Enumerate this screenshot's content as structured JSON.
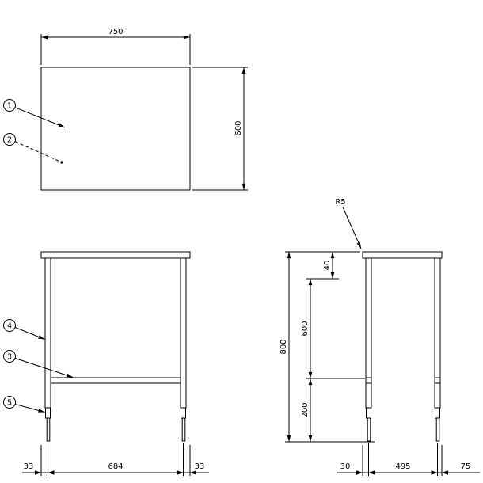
{
  "drawing": {
    "background": "#ffffff",
    "stroke": "#000000",
    "top_view": {
      "dim_width": "750",
      "dim_depth": "600"
    },
    "front_view": {
      "dim_overhang_left": "33",
      "dim_leg_span": "684",
      "dim_overhang_right": "33"
    },
    "side_view": {
      "note_corner_radius": "R5",
      "dim_total_height": "800",
      "dim_top_thickness": "40",
      "dim_leg_upper": "600",
      "dim_leg_lower": "200",
      "dim_front_inset": "30",
      "dim_leg_depth_span": "495",
      "dim_rear_inset": "75"
    },
    "callouts": {
      "c1": "1",
      "c2": "2",
      "c3": "3",
      "c4": "4",
      "c5": "5"
    }
  }
}
